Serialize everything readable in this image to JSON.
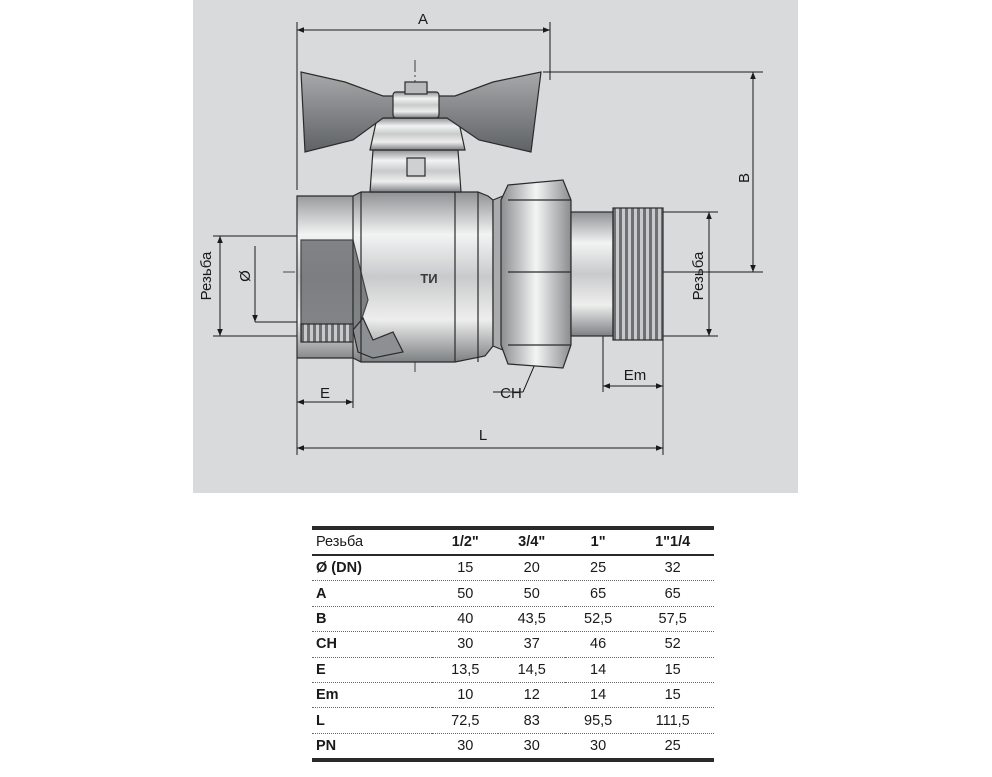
{
  "drawing": {
    "labels": {
      "a": "A",
      "b": "B",
      "l": "L",
      "e": "E",
      "em": "Em",
      "ch": "CH",
      "dia": "Ø",
      "thread_left": "Резьба",
      "thread_right": "Резьба",
      "logo": "ТИ"
    }
  },
  "spec": {
    "header": [
      "Резьба",
      "1/2\"",
      "3/4\"",
      "1\"",
      "1\"1/4"
    ],
    "rows": [
      {
        "label": "Ø (DN)",
        "values": [
          "15",
          "20",
          "25",
          "32"
        ]
      },
      {
        "label": "A",
        "values": [
          "50",
          "50",
          "65",
          "65"
        ]
      },
      {
        "label": "B",
        "values": [
          "40",
          "43,5",
          "52,5",
          "57,5"
        ]
      },
      {
        "label": "CH",
        "values": [
          "30",
          "37",
          "46",
          "52"
        ]
      },
      {
        "label": "E",
        "values": [
          "13,5",
          "14,5",
          "14",
          "15"
        ]
      },
      {
        "label": "Em",
        "values": [
          "10",
          "12",
          "14",
          "15"
        ]
      },
      {
        "label": "L",
        "values": [
          "72,5",
          "83",
          "95,5",
          "111,5"
        ]
      },
      {
        "label": "PN",
        "values": [
          "30",
          "30",
          "30",
          "25"
        ]
      }
    ]
  }
}
